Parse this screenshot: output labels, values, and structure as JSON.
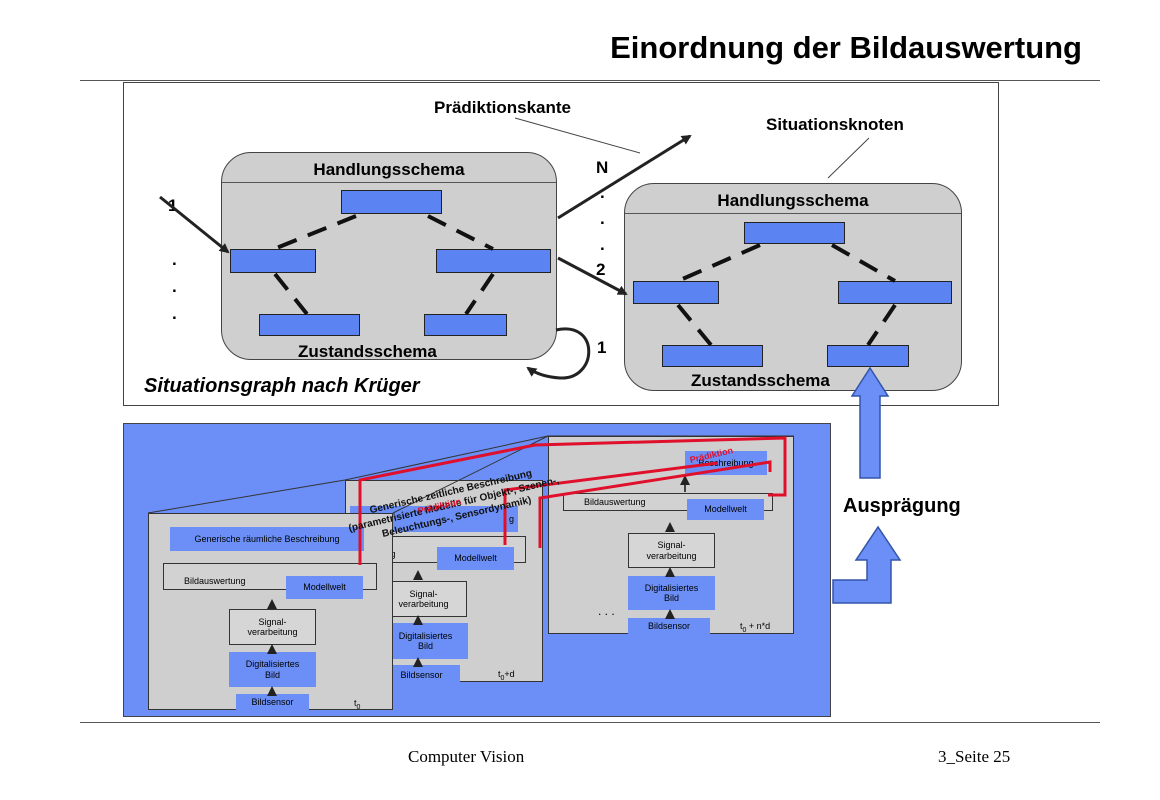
{
  "slide": {
    "title": "Einordnung der Bildauswertung",
    "footer_left": "Computer Vision",
    "footer_right": "3_Seite 25"
  },
  "situation_graph": {
    "label_prediction_edge": "Prädiktionskante",
    "label_situation_node": "Situationsknoten",
    "caption": "Situationsgraph nach Krüger",
    "left_schema": {
      "header": "Handlungsschema",
      "footer": "Zustandsschema"
    },
    "right_schema": {
      "header": "Handlungsschema",
      "footer": "Zustandsschema"
    },
    "incoming_label": "1",
    "incoming_dots": ".\n.\n.",
    "out_label_n": "N",
    "out_dots": ".\n.\n.",
    "out_label_2": "2",
    "loop_label": "1"
  },
  "auspraegung": "Ausprägung",
  "time_panels": {
    "generic_temporal_lines": [
      "Generische zeitliche Beschreibung",
      "(parametrisierte Modelle für Objekt-, Szenen-,",
      "Beleuchtungs-, Sensordynamik)"
    ],
    "praediktion": "Prädiktion",
    "panel1": {
      "generic_spatial": "Generische räumliche Beschreibung",
      "bildauswertung": "Bildauswertung",
      "modellwelt": "Modellwelt",
      "signal": "Signal-\nverarbeitung",
      "digital": "Digitalisiertes\nBild",
      "sensor": "Bildsensor",
      "time": "t0"
    },
    "panel2": {
      "bildauswertung": "rtung",
      "modellwelt": "Modellwelt",
      "signal": "Signal-\nverarbeitung",
      "digital": "Digitalisiertes\nBild",
      "sensor": "Bildsensor",
      "time": "t0+d",
      "fragment": "g"
    },
    "panel3": {
      "beschreibung": "Beschreibung",
      "bildauswertung": "Bildauswertung",
      "modellwelt": "Modellwelt",
      "signal": "Signal-\nverarbeitung",
      "digital": "Digitalisiertes\nBild",
      "sensor": "Bildsensor",
      "time": "t0 + n*d",
      "dots": ". . ."
    }
  },
  "colors": {
    "node_blue": "#5b83f2",
    "panel_blue": "#6b8ff7",
    "prediction_red": "#e0102c",
    "schema_gray": "#cfcfcf"
  }
}
